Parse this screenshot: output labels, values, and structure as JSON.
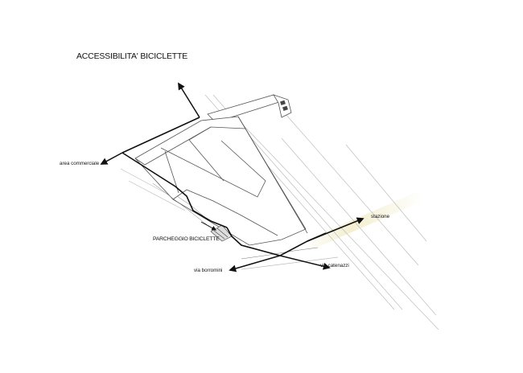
{
  "title": "ACCESSIBILITA' BICICLETTE",
  "labels": {
    "area_commerciale": "area commerciale",
    "stazione": "stazione",
    "parcheggio": "PARCHEGGIO BICICLETTE",
    "via_borromini": "via borromini",
    "via_catenazzi": "via catenazzi"
  },
  "colors": {
    "route": "#111111",
    "building": "#555555",
    "context": "#aaaaaa",
    "station_glow": "#f3efcf"
  }
}
